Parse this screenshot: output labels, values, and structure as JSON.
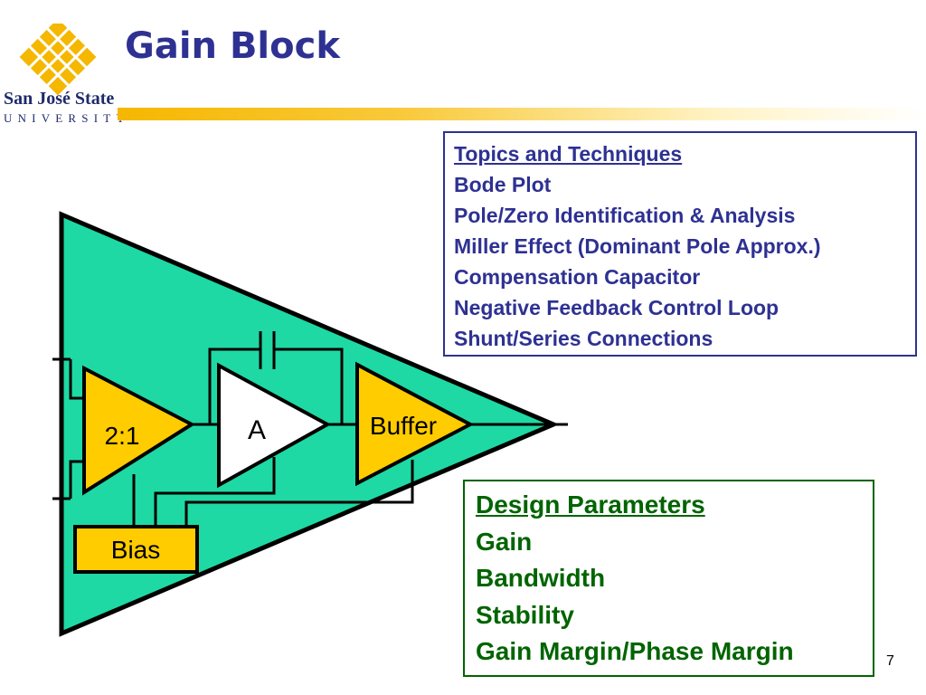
{
  "title": "Gain Block",
  "logo": {
    "line1": "San José State",
    "line2": "UNIVERSITY",
    "colors": {
      "gold": "#f5b700",
      "navy": "#1f2a6b"
    }
  },
  "diagram": {
    "blocks": {
      "divider": "2:1",
      "amplifier": "A",
      "buffer": "Buffer",
      "bias": "Bias"
    },
    "colors": {
      "outer_triangle": "#1ed9a3",
      "inner_blocks": "#ffcc00",
      "amplifier": "#ffffff"
    }
  },
  "topics": {
    "heading": "Topics and Techniques",
    "items": [
      "Bode Plot",
      "Pole/Zero Identification & Analysis",
      "Miller Effect (Dominant Pole Approx.)",
      "Compensation Capacitor",
      "Negative Feedback Control Loop",
      "Shunt/Series Connections"
    ]
  },
  "design_parameters": {
    "heading": "Design Parameters",
    "items": [
      "Gain",
      "Bandwidth",
      "Stability",
      "Gain Margin/Phase Margin"
    ]
  },
  "page_number": "7"
}
